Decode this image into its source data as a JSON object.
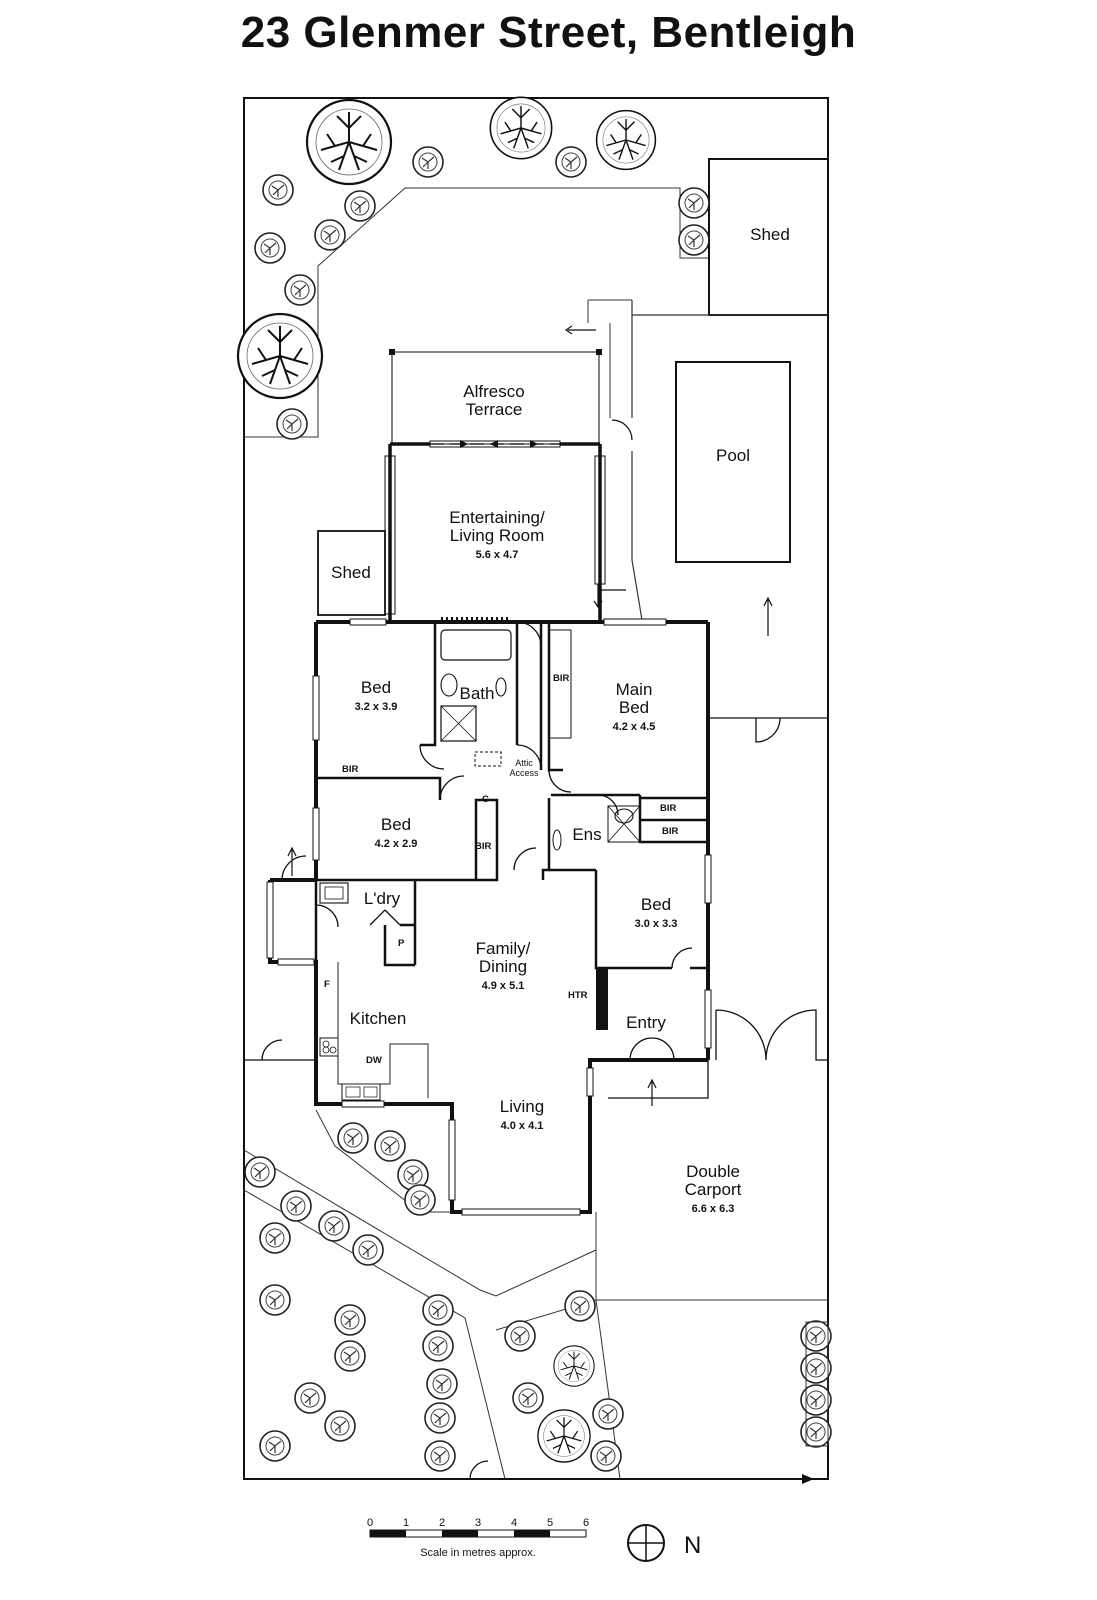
{
  "title": "23 Glenmer Street, Bentleigh",
  "rooms": [
    {
      "id": "shed-rear",
      "name": "Shed"
    },
    {
      "id": "pool",
      "name": "Pool"
    },
    {
      "id": "alfresco",
      "name": "Alfresco\nTerrace"
    },
    {
      "id": "entertaining",
      "name": "Entertaining/\nLiving Room",
      "dims": "5.6 x 4.7"
    },
    {
      "id": "shed-side",
      "name": "Shed"
    },
    {
      "id": "bed1",
      "name": "Bed",
      "dims": "3.2 x 3.9"
    },
    {
      "id": "bath",
      "name": "Bath"
    },
    {
      "id": "main-bed",
      "name": "Main\nBed",
      "dims": "4.2 x 4.5"
    },
    {
      "id": "bed2",
      "name": "Bed",
      "dims": "4.2 x 2.9"
    },
    {
      "id": "ens",
      "name": "Ens"
    },
    {
      "id": "bed3",
      "name": "Bed",
      "dims": "3.0 x 3.3"
    },
    {
      "id": "laundry",
      "name": "L'dry"
    },
    {
      "id": "family",
      "name": "Family/\nDining",
      "dims": "4.9 x 5.1"
    },
    {
      "id": "kitchen",
      "name": "Kitchen"
    },
    {
      "id": "entry",
      "name": "Entry"
    },
    {
      "id": "living",
      "name": "Living",
      "dims": "4.0 x 4.1"
    },
    {
      "id": "carport",
      "name": "Double\nCarport",
      "dims": "6.6 x 6.3"
    }
  ],
  "small_labels": {
    "bir_main": "BIR",
    "bir_bed1": "BIR",
    "bir_bed2": "BIR",
    "bir_ens1": "BIR",
    "bir_ens2": "BIR",
    "attic": "Attic\nAccess",
    "c": "C",
    "p": "P",
    "f": "F",
    "dw": "DW",
    "htr": "HTR"
  },
  "scale": {
    "ticks": [
      "0",
      "1",
      "2",
      "3",
      "4",
      "5",
      "6"
    ],
    "caption": "Scale in metres approx."
  },
  "north": "N"
}
